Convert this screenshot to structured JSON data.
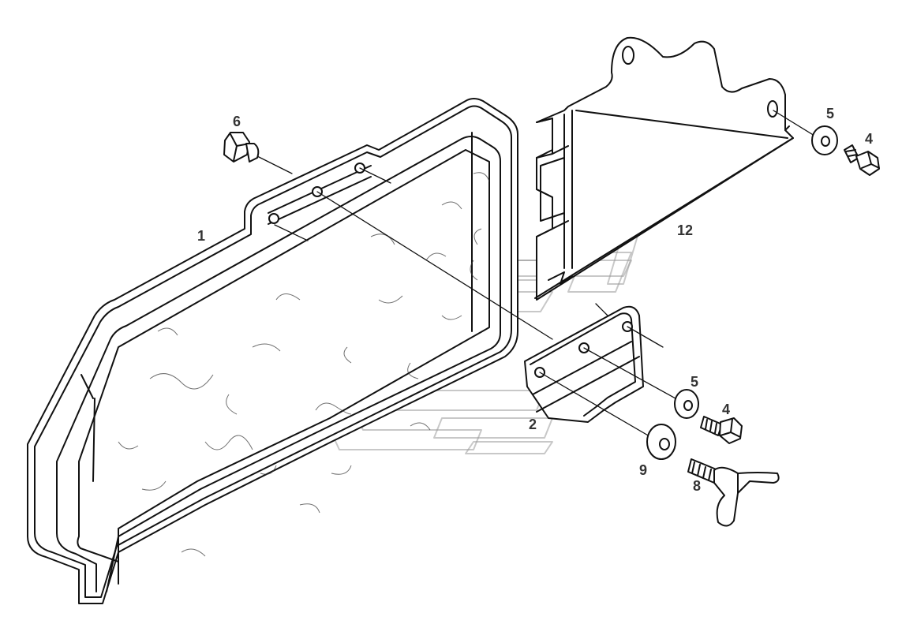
{
  "labels": {
    "cover": "1",
    "plate": "2",
    "bolt_top": "4",
    "bolt_mid": "4",
    "washer_top": "5",
    "washer_mid": "5",
    "nut": "6",
    "wing_screw": "8",
    "washer_large": "9",
    "bracket": "12"
  },
  "colors": {
    "line": "#111111",
    "label": "#333333",
    "watermark": "#9a9a9a"
  }
}
